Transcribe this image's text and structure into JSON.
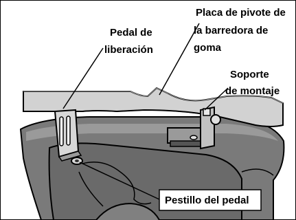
{
  "labels": {
    "pedal_release": [
      "Pedal de",
      "liberación"
    ],
    "pivot_plate": [
      "Placa de pivote de",
      "la barredora de",
      "goma"
    ],
    "mount_bracket": [
      "Soporte",
      "de montaje"
    ],
    "pedal_latch": "Pestillo del pedal"
  },
  "colors": {
    "body_dark": "#6e6e6e",
    "body_mid": "#8a8a8a",
    "plate": "#cfcfcf",
    "bracket": "#b5b5b5",
    "outline": "#000000"
  }
}
